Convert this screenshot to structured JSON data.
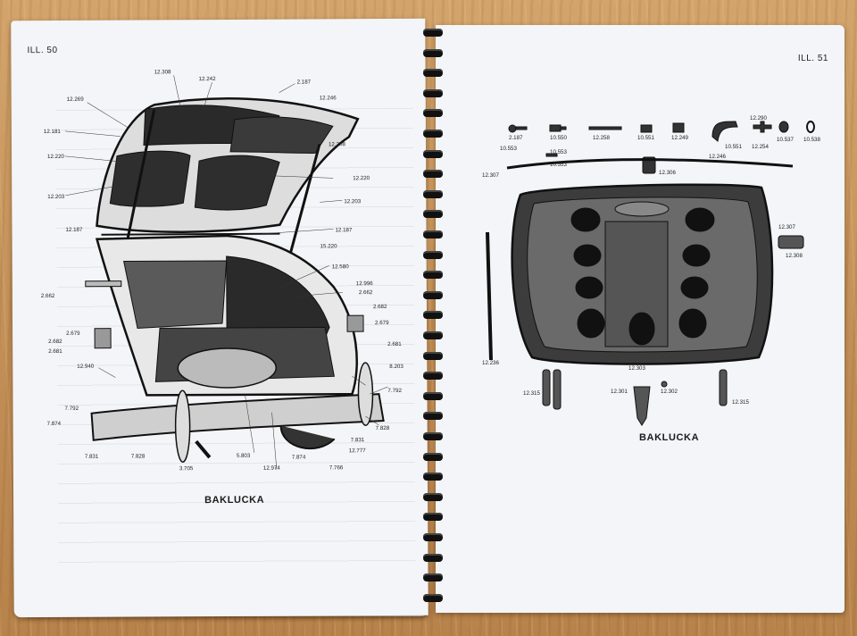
{
  "left_page": {
    "illustration_label": "ILL. 50",
    "caption": "BAKLUCKA",
    "part_numbers": [
      {
        "id": "a1",
        "text": "12.308"
      },
      {
        "id": "a2",
        "text": "12.242"
      },
      {
        "id": "a3",
        "text": "2.187"
      },
      {
        "id": "a4",
        "text": "12.246"
      },
      {
        "id": "a5",
        "text": "12.269"
      },
      {
        "id": "a6",
        "text": "12.181"
      },
      {
        "id": "a7",
        "text": "12.308"
      },
      {
        "id": "a8",
        "text": "12.220"
      },
      {
        "id": "a9",
        "text": "12.203"
      },
      {
        "id": "a10",
        "text": "12.220"
      },
      {
        "id": "a11",
        "text": "12.203"
      },
      {
        "id": "a12",
        "text": "12.187"
      },
      {
        "id": "a13",
        "text": "12.187"
      },
      {
        "id": "a14",
        "text": "15.220"
      },
      {
        "id": "a15",
        "text": "12.580"
      },
      {
        "id": "a16",
        "text": "12.996"
      },
      {
        "id": "a17",
        "text": "2.662"
      },
      {
        "id": "a18",
        "text": "2.662"
      },
      {
        "id": "a19",
        "text": "2.679"
      },
      {
        "id": "a20",
        "text": "2.682"
      },
      {
        "id": "a21",
        "text": "2.679"
      },
      {
        "id": "a22",
        "text": "2.682"
      },
      {
        "id": "a23",
        "text": "2.681"
      },
      {
        "id": "a24",
        "text": "2.681"
      },
      {
        "id": "a25",
        "text": "12.940"
      },
      {
        "id": "a26",
        "text": "8.203"
      },
      {
        "id": "a27",
        "text": "7.792"
      },
      {
        "id": "a28",
        "text": "7.792"
      },
      {
        "id": "a29",
        "text": "7.874"
      },
      {
        "id": "a30",
        "text": "7.828"
      },
      {
        "id": "a31",
        "text": "7.831"
      },
      {
        "id": "a32",
        "text": "12.777"
      },
      {
        "id": "a33",
        "text": "7.831"
      },
      {
        "id": "a34",
        "text": "7.828"
      },
      {
        "id": "a35",
        "text": "3.705"
      },
      {
        "id": "a36",
        "text": "5.803"
      },
      {
        "id": "a37",
        "text": "12.974"
      },
      {
        "id": "a38",
        "text": "7.874"
      },
      {
        "id": "a39",
        "text": "7.766"
      }
    ]
  },
  "right_page": {
    "illustration_label": "ILL. 51",
    "caption": "BAKLUCKA",
    "part_numbers": [
      {
        "id": "b1",
        "text": "2.187"
      },
      {
        "id": "b2",
        "text": "10.550"
      },
      {
        "id": "b3",
        "text": "12.258"
      },
      {
        "id": "b4",
        "text": "10.551"
      },
      {
        "id": "b5",
        "text": "12.249"
      },
      {
        "id": "b6",
        "text": "12.246"
      },
      {
        "id": "b7",
        "text": "10.551"
      },
      {
        "id": "b8",
        "text": "12.290"
      },
      {
        "id": "b9",
        "text": "12.254"
      },
      {
        "id": "b10",
        "text": "10.537"
      },
      {
        "id": "b11",
        "text": "10.538"
      },
      {
        "id": "b12",
        "text": "10.553"
      },
      {
        "id": "b13",
        "text": "10.553"
      },
      {
        "id": "b14",
        "text": "10.553"
      },
      {
        "id": "b15",
        "text": "12.307"
      },
      {
        "id": "b16",
        "text": "12.306"
      },
      {
        "id": "b17",
        "text": "12.307"
      },
      {
        "id": "b18",
        "text": "12.308"
      },
      {
        "id": "b19",
        "text": "12.236"
      },
      {
        "id": "b20",
        "text": "12.303"
      },
      {
        "id": "b21",
        "text": "12.315"
      },
      {
        "id": "b22",
        "text": "12.301"
      },
      {
        "id": "b23",
        "text": "12.302"
      },
      {
        "id": "b24",
        "text": "12.315"
      }
    ]
  }
}
